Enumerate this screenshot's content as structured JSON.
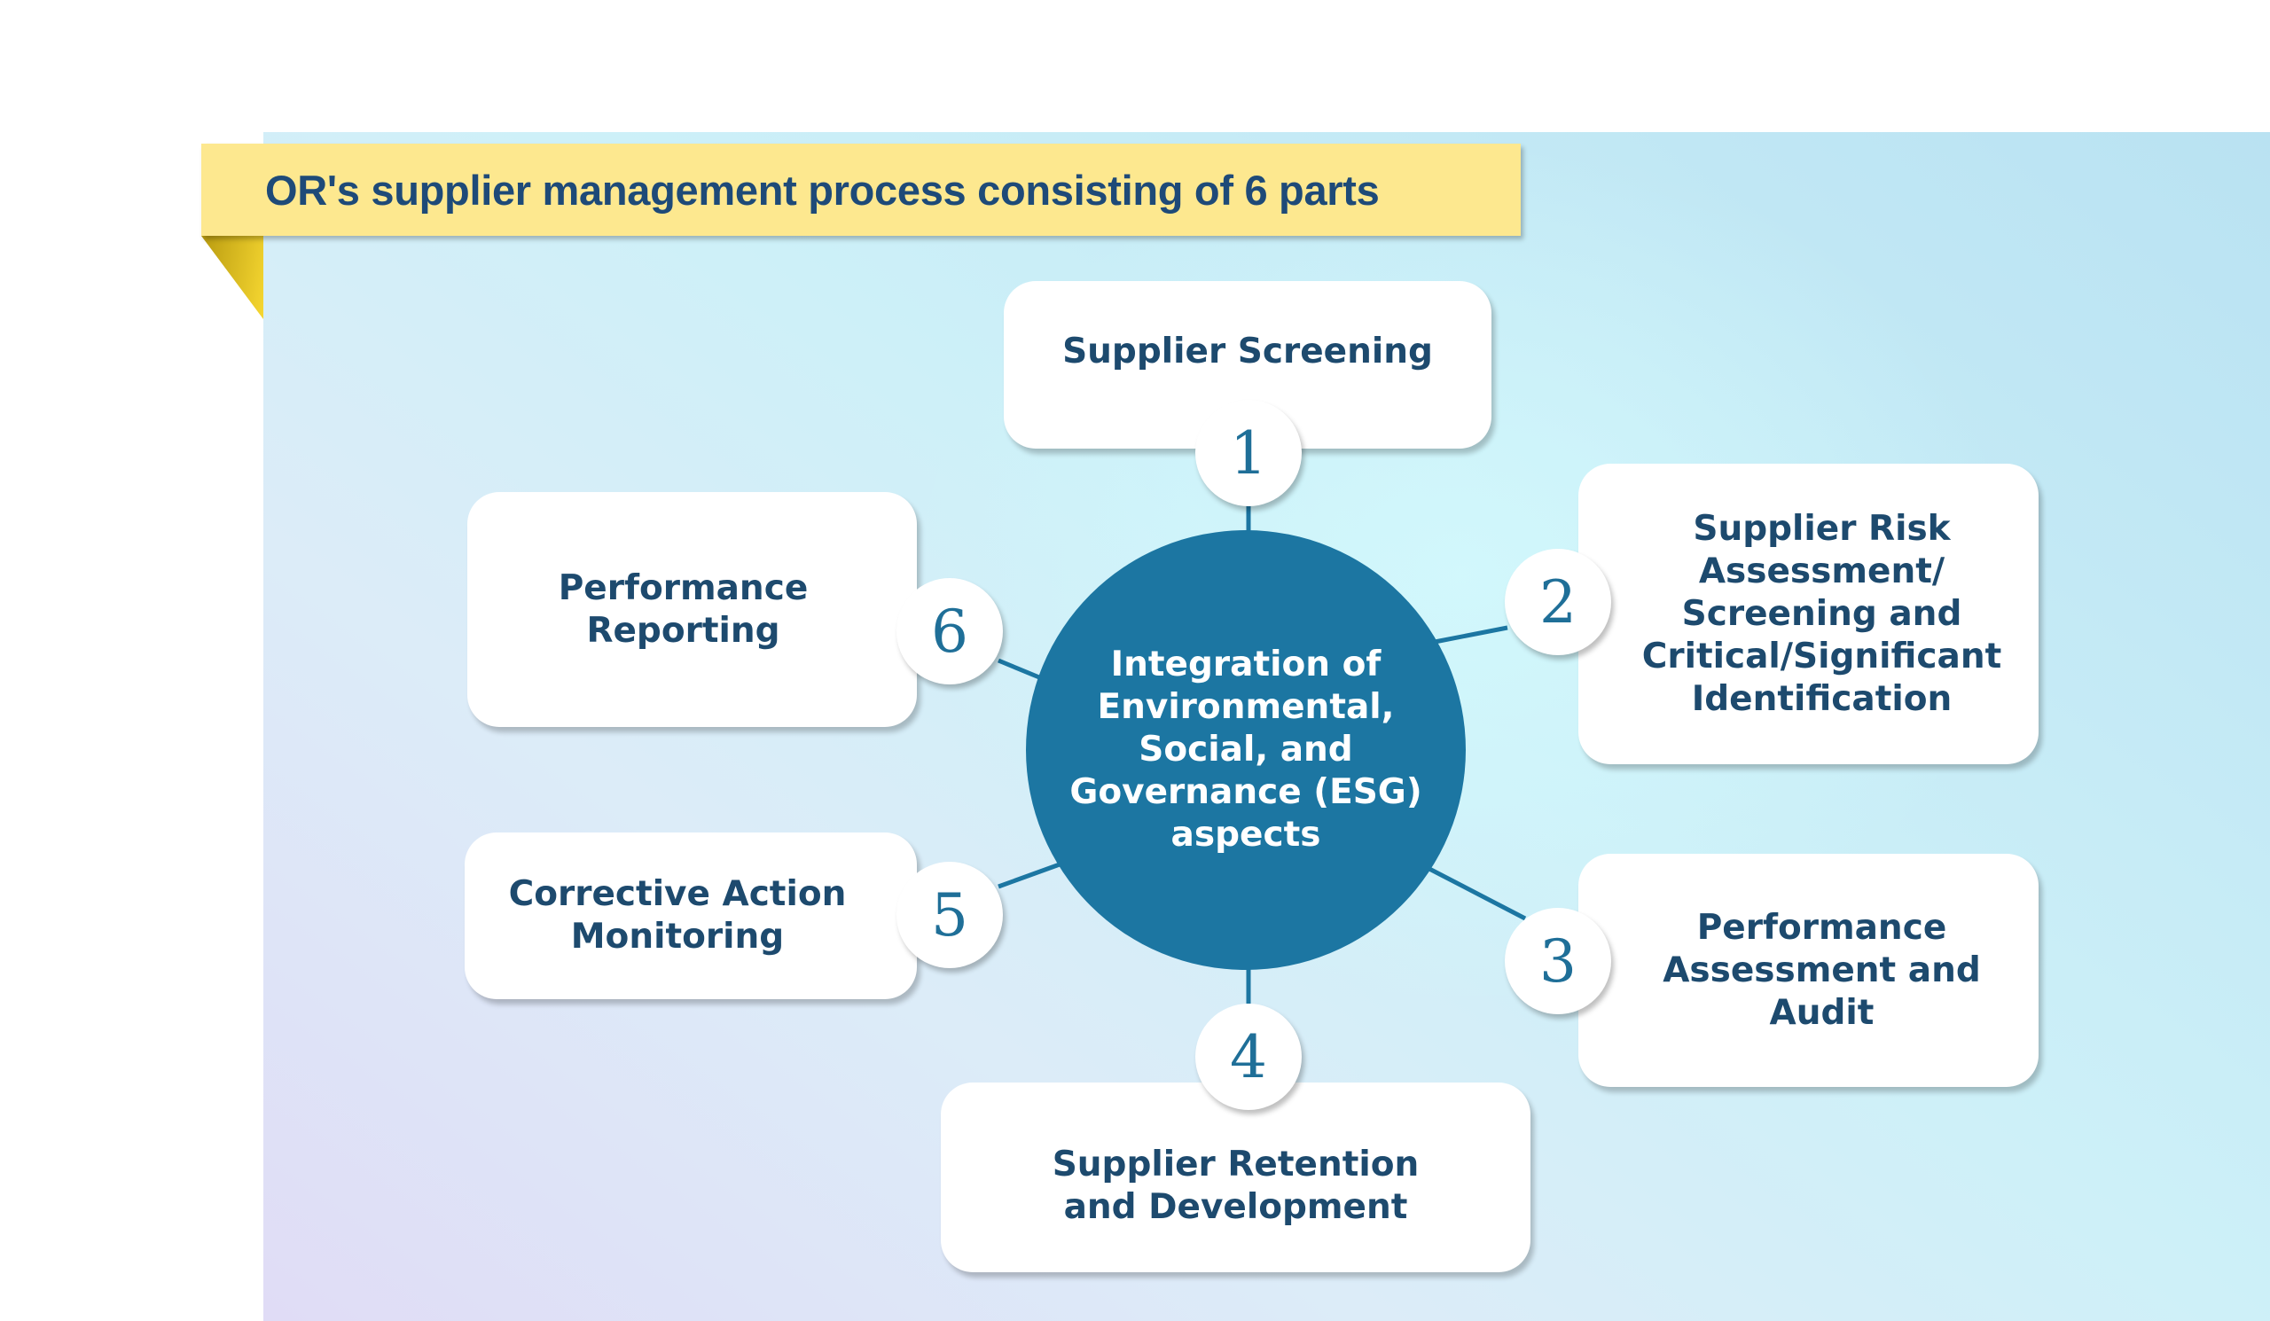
{
  "title": "OR's supplier management process consisting of 6 parts",
  "hub": "Integration of\nEnvironmental,\nSocial, and\nGovernance (ESG)\naspects",
  "steps": [
    {
      "number": "1",
      "label": "Supplier Screening"
    },
    {
      "number": "2",
      "label": "Supplier Risk\nAssessment/\nScreening and\nCritical/Significant\nIdentification"
    },
    {
      "number": "3",
      "label": "Performance\nAssessment and\nAudit"
    },
    {
      "number": "4",
      "label": "Supplier Retention\nand Development"
    },
    {
      "number": "5",
      "label": "Corrective Action\nMonitoring"
    },
    {
      "number": "6",
      "label": "Performance\nReporting"
    }
  ],
  "colors": {
    "hub": "#1c76a2",
    "text": "#1d4a6e",
    "banner": "#fde88f"
  }
}
